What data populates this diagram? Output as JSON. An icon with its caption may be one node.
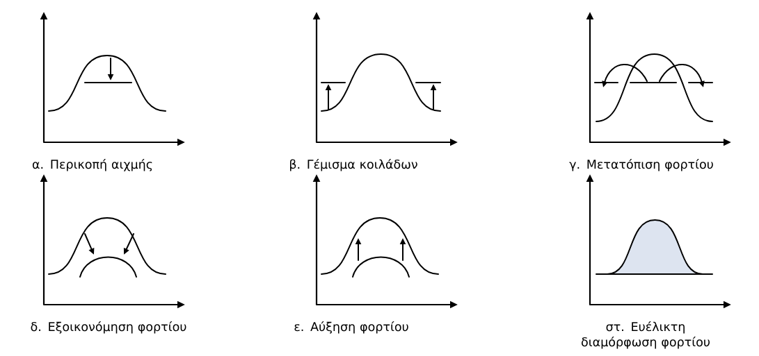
{
  "diagram": {
    "labels": [
      "α. Περικοπή αιχμής",
      "β. Γέμισμα κοιλάδων",
      "γ. Μετατόπιση φορτίου",
      "δ. Εξοικονόμηση φορτίου",
      "ε. Αύξηση φορτίου",
      "στ. Ευέλικτη διαμόρφωση φορτίου"
    ]
  }
}
